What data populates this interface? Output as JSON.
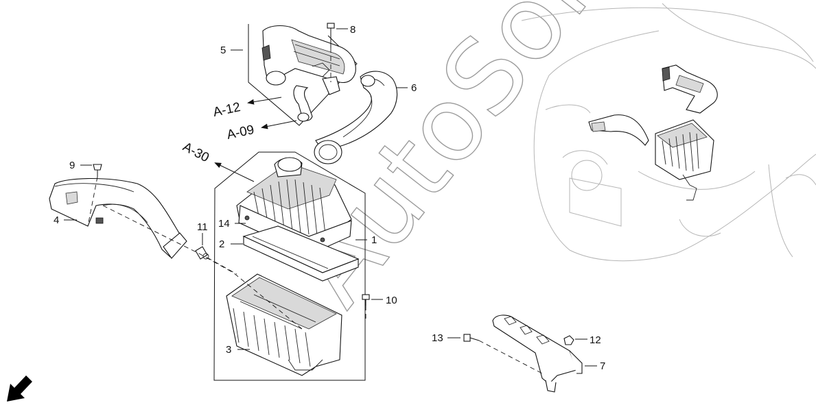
{
  "parts": [
    {
      "num": "1",
      "name": "air-cleaner-cover"
    },
    {
      "num": "2",
      "name": "air-filter-element"
    },
    {
      "num": "3",
      "name": "air-cleaner-case"
    },
    {
      "num": "4",
      "name": "air-intake-duct"
    },
    {
      "num": "5",
      "name": "resonator-assembly"
    },
    {
      "num": "6",
      "name": "intake-hose"
    },
    {
      "num": "7",
      "name": "mounting-bracket"
    },
    {
      "num": "8",
      "name": "bolt"
    },
    {
      "num": "9",
      "name": "clip"
    },
    {
      "num": "10",
      "name": "bolt"
    },
    {
      "num": "11",
      "name": "clamp"
    },
    {
      "num": "12",
      "name": "nut"
    },
    {
      "num": "13",
      "name": "bolt"
    },
    {
      "num": "14",
      "name": "grommet"
    }
  ],
  "references": [
    "A-12",
    "A-09",
    "A-30"
  ],
  "watermark": "AutoSoft"
}
